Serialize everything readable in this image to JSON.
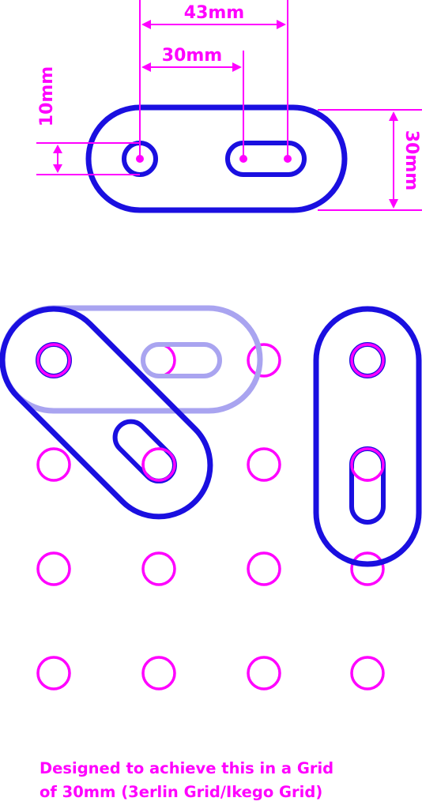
{
  "dimensions": {
    "hole_spacing_outer": "43mm",
    "hole_spacing_inner": "30mm",
    "hole_size": "10mm",
    "part_width": "30mm"
  },
  "caption": {
    "line1": "Designed to achieve this in a Grid",
    "line2": "of 30mm (3erlin Grid/Ikego Grid)"
  },
  "colors": {
    "part": "#1a0fe0",
    "part_ghost": "#a9a4f0",
    "annotation": "#ff00ff"
  },
  "grid": {
    "rows": 4,
    "cols": 4,
    "pitch": "30mm"
  }
}
